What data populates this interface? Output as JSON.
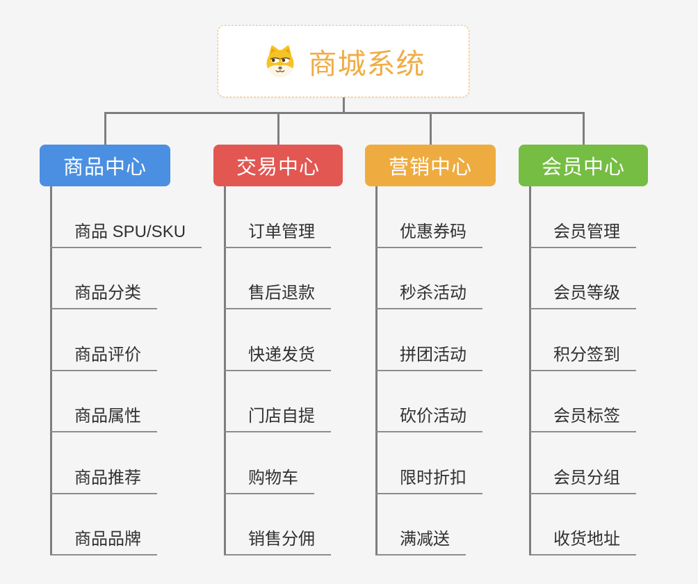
{
  "root": {
    "label": "商城系统",
    "icon": "shiba-dog-icon",
    "text_color": "#F0AC45",
    "border_color": "#F1BE76"
  },
  "colors": {
    "background": "#f5f5f5",
    "connector": "#7E7E7E",
    "leaf_underline": "#8C8C8C",
    "leaf_text": "#303030"
  },
  "branches": [
    {
      "id": "product-center",
      "label": "商品中心",
      "color": "#4A8FE2",
      "children": [
        "商品 SPU/SKU",
        "商品分类",
        "商品评价",
        "商品属性",
        "商品推荐",
        "商品品牌"
      ]
    },
    {
      "id": "trade-center",
      "label": "交易中心",
      "color": "#E25752",
      "children": [
        "订单管理",
        "售后退款",
        "快递发货",
        "门店自提",
        "购物车",
        "销售分佣"
      ]
    },
    {
      "id": "marketing-center",
      "label": "营销中心",
      "color": "#EEAC40",
      "children": [
        "优惠券码",
        "秒杀活动",
        "拼团活动",
        "砍价活动",
        "限时折扣",
        "满减送"
      ]
    },
    {
      "id": "member-center",
      "label": "会员中心",
      "color": "#75BD43",
      "children": [
        "会员管理",
        "会员等级",
        "积分签到",
        "会员标签",
        "会员分组",
        "收货地址"
      ]
    }
  ]
}
